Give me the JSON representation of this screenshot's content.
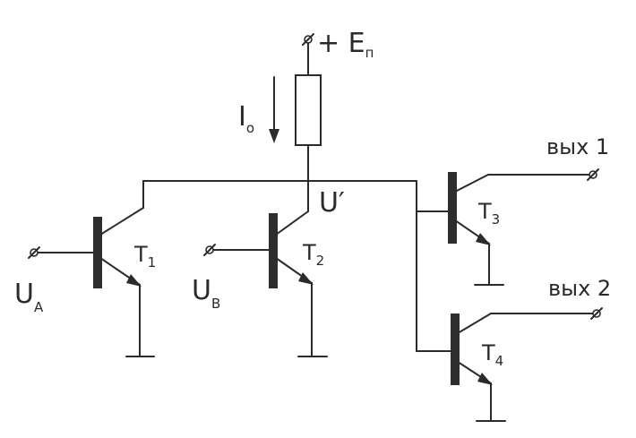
{
  "diagram": {
    "supply_label": "+ E",
    "supply_sub": "п",
    "current_label": "I",
    "current_sub": "о",
    "node_label": "U′",
    "input_a_label": "U",
    "input_a_sub": "A",
    "input_b_label": "U",
    "input_b_sub": "B",
    "output1_label": "вых 1",
    "output2_label": "вых 2",
    "transistors": [
      {
        "label": "T",
        "sub": "1"
      },
      {
        "label": "T",
        "sub": "2"
      },
      {
        "label": "T",
        "sub": "3"
      },
      {
        "label": "T",
        "sub": "4"
      }
    ]
  }
}
